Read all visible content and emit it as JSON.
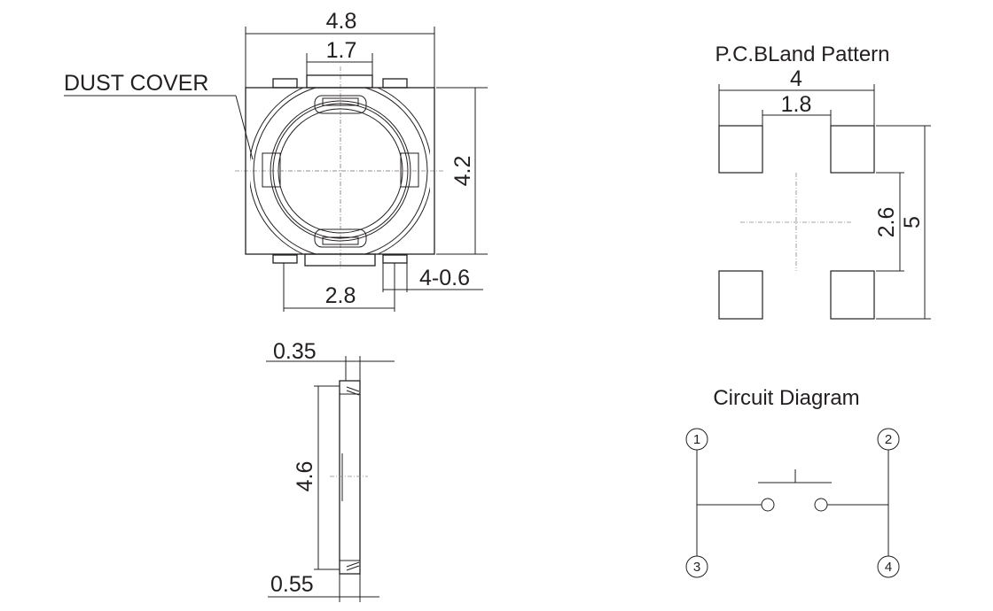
{
  "top_view": {
    "label_dust_cover": "DUST COVER",
    "dim_width": "4.8",
    "dim_button_width": "1.7",
    "dim_height": "4.2",
    "dim_terminal_pitch": "2.8",
    "dim_terminal_width": "4-0.6"
  },
  "side_view": {
    "dim_top_thickness": "0.35",
    "dim_length": "4.6",
    "dim_bottom_thickness": "0.55"
  },
  "pcb_land_pattern": {
    "title": "P.C.BLand Pattern",
    "dim_overall_width": "4",
    "dim_gap": "1.8",
    "dim_inner_gap": "2.6",
    "dim_overall_height": "5"
  },
  "circuit_diagram": {
    "title": "Circuit Diagram",
    "pins": [
      "1",
      "2",
      "3",
      "4"
    ]
  }
}
